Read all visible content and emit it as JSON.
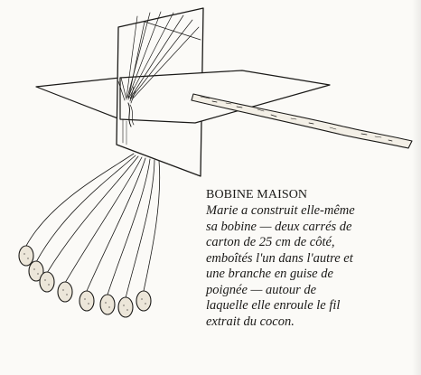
{
  "caption": {
    "title": "BOBINE MAISON",
    "lines": [
      "Marie a construit elle-même",
      "sa bobine — deux carrés de",
      "carton de 25 cm de côté,",
      "emboîtés l'un dans l'autre et",
      "une branche en guise de",
      "poignée — autour de",
      "laquelle elle enroule le fil",
      "extrait du cocon."
    ]
  },
  "colors": {
    "ink": "#1b1a18",
    "paper": "#fbfaf7",
    "cocoon": "#ece6d9"
  }
}
